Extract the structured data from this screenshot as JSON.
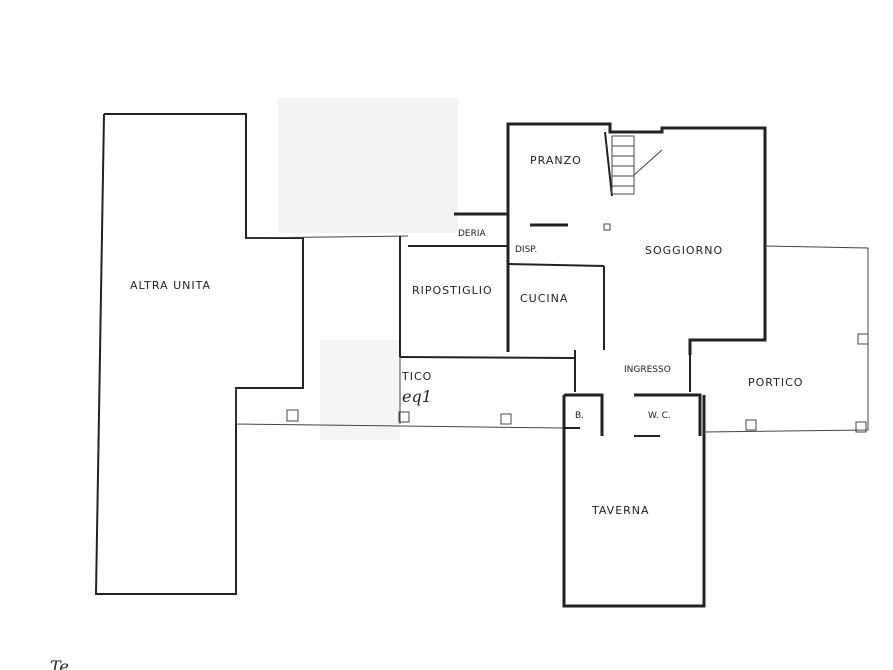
{
  "rooms": {
    "altra_unita": "ALTRA UNITA",
    "pranzo": "PRANZO",
    "soggiorno": "SOGGIORNO",
    "dispensa": "DISP.",
    "credenza": "DERIA",
    "ripostiglio": "RIPOSTIGLIO",
    "cucina": "CUCINA",
    "ingresso": "INGRESSO",
    "portico_est": "PORTICO",
    "portico_ovest": "TICO",
    "bagno": "B.",
    "wc": "W. C.",
    "taverna": "TAVERNA"
  },
  "annotation_handwritten": "eq1",
  "footer_fragment": "Te"
}
